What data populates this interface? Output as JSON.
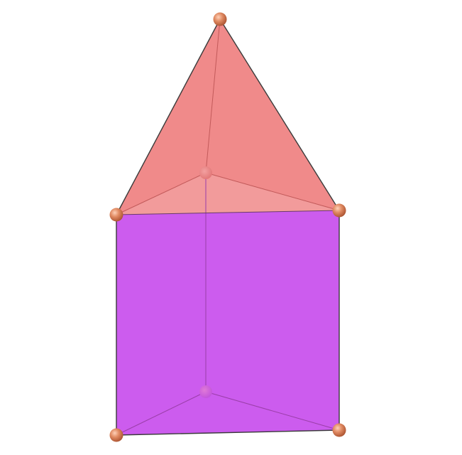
{
  "figure": {
    "kind": "3d-solid-render",
    "shape": "pyramid-on-triangular-prism",
    "colors": {
      "background": "#ffffff",
      "pyramid_face": "#f08080",
      "prism_face": "#cc55ee",
      "edge": "#3a3a3a",
      "hidden_edge": "#8a3a8a",
      "vertex": "#e08a62",
      "vertex_highlight": "#ffd0b8",
      "vertex_shadow": "#a8502e"
    },
    "vertices": [
      {
        "name": "apex",
        "visible": true
      },
      {
        "name": "upper-left",
        "visible": true
      },
      {
        "name": "upper-right",
        "visible": true
      },
      {
        "name": "upper-back",
        "visible": false
      },
      {
        "name": "lower-left",
        "visible": true
      },
      {
        "name": "lower-right",
        "visible": true
      },
      {
        "name": "lower-back",
        "visible": false
      }
    ]
  }
}
